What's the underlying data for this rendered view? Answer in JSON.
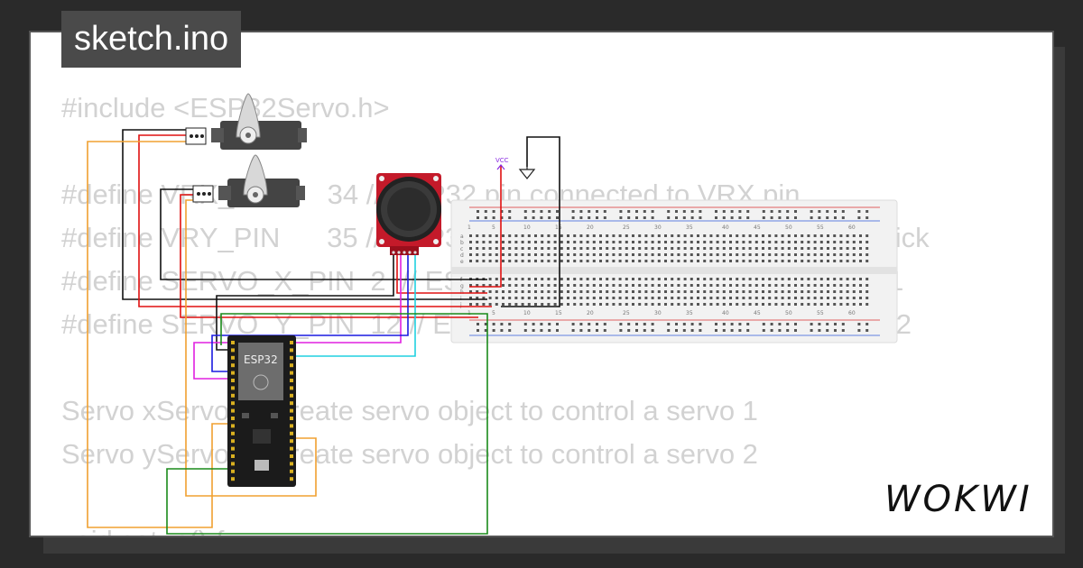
{
  "window": {
    "title": "sketch.ino",
    "brand": "WOKWI"
  },
  "code_lines": [
    "#include <ESP32Servo.h>",
    "",
    "#define VRX_PIN      34 // ESP32 pin connected to VRX pin",
    "#define VRY_PIN      35 // ESP32 pin connected to VRY pin of joystick",
    "#define SERVO_X_PIN  2  // ESP32 pin connected to servo motor 1",
    "#define SERVO_Y_PIN  12 // ESP32 pin connected to servo motor 2",
    "",
    "Servo xServo;  // create servo object to control a servo 1",
    "Servo yServo;  // create servo object to control a servo 2",
    "",
    "void setup() {"
  ],
  "components": {
    "mcu_label": "ESP32",
    "vcc_label": "VCC",
    "breadboard_col_labels": [
      "1",
      "5",
      "10",
      "15",
      "20",
      "25",
      "30",
      "35",
      "40",
      "45",
      "50",
      "55",
      "60"
    ],
    "breadboard_row_labels_top": [
      "a",
      "b",
      "c",
      "d",
      "e"
    ],
    "breadboard_row_labels_bottom": [
      "f",
      "g",
      "h",
      "i",
      "j"
    ]
  },
  "colors": {
    "background": "#2a2a2a",
    "panel": "#ffffff",
    "code_text": "#d2d2d2",
    "wire_black": "#111111",
    "wire_red": "#e01010",
    "wire_orange": "#f0a030",
    "wire_green": "#1a8a1a",
    "wire_blue": "#1a1ae0",
    "wire_cyan": "#20d0e0",
    "wire_magenta": "#e020e0",
    "joystick_board": "#c41a2a"
  }
}
